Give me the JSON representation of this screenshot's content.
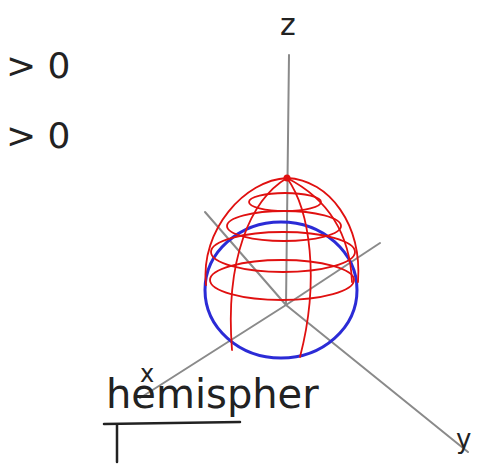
{
  "diagram": {
    "labels": [
      "> 0",
      "> 0",
      "z",
      "x",
      "y",
      "hemispher"
    ]
  }
}
